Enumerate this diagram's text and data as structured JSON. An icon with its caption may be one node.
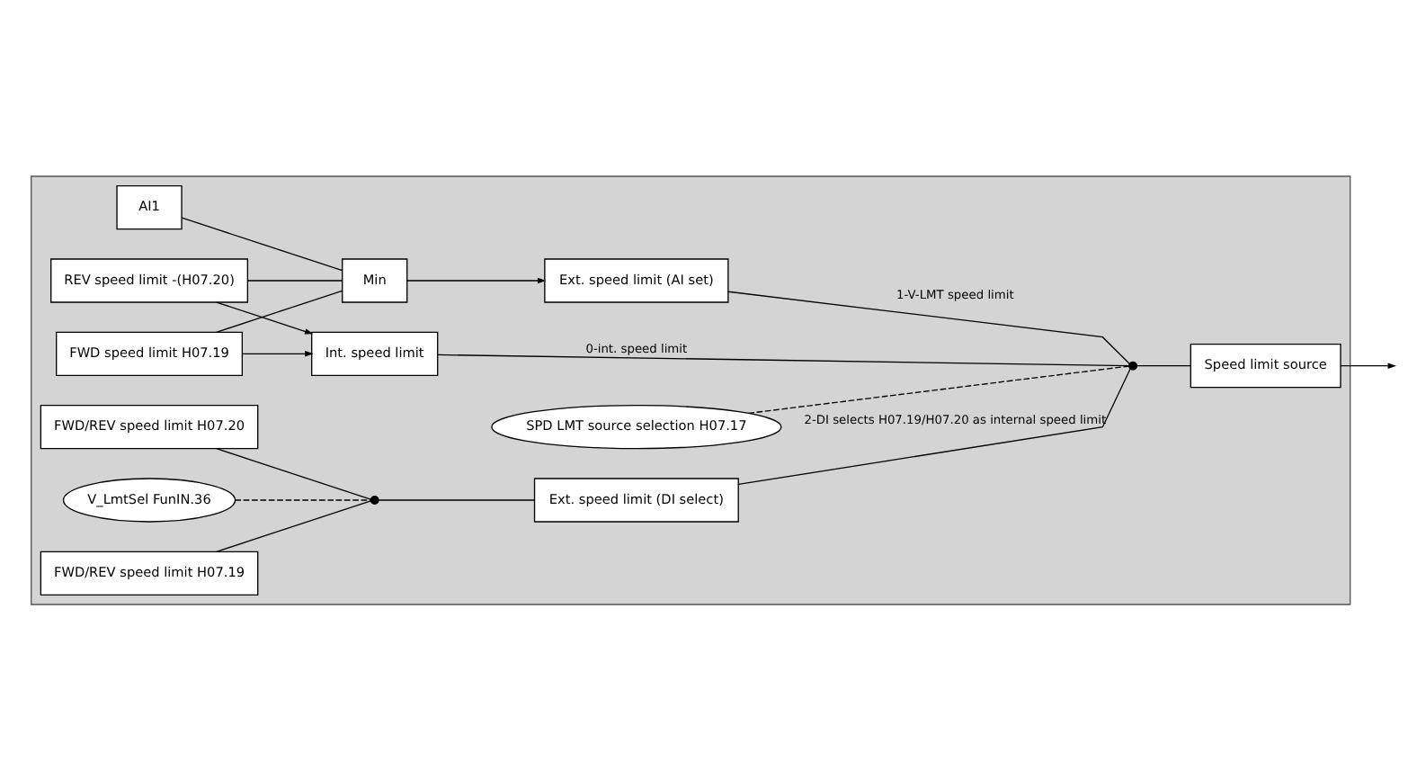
{
  "diagram": {
    "nodes": [
      {
        "text": [],
        "shape": "box"
      },
      {
        "text": [
          "FWD speed limit H07.19"
        ],
        "in": 0
      },
      {
        "text": [
          "REV speed limit -(H07.20)"
        ],
        "in": 0
      },
      {
        "text": [
          "Int. speed limit"
        ],
        "in": 0
      },
      {
        "text": [
          "AI1"
        ],
        "in": 0
      },
      {
        "text": [
          "Min"
        ],
        "in": 0
      },
      {
        "text": [
          "Ext. speed limit (AI set)"
        ],
        "in": 0
      },
      {
        "text": [
          "SPD LMT source selection H07.17"
        ],
        "in": 0
      },
      {
        "text": [],
        "shape": "circle",
        "in": 0
      },
      {
        "text": [
          "Speed limit source"
        ],
        "in": 0
      },
      {
        "text": [
          "V_LmtSel FunIN.36"
        ],
        "in": 0
      },
      {
        "text": [
          "FWD/REV speed limit H07.19"
        ],
        "in": 0
      },
      {
        "text": [
          "FWD/REV speed limit H07.20"
        ],
        "in": 0
      },
      {
        "text": [],
        "shape": "circle",
        "in": 0
      },
      {
        "text": [
          "Ext. speed limit (DI select)"
        ],
        "in": 0
      }
    ],
    "edges": [
      {
        "from": 1,
        "to": 3,
        "arrow": "to"
      },
      {
        "from": 2,
        "to": 3,
        "arrow": "to"
      },
      {
        "from": 1,
        "to": 5,
        "arrow": "none"
      },
      {
        "from": 2,
        "to": 5,
        "arrow": "none"
      },
      {
        "from": 4,
        "to": 5,
        "arrow": "none"
      },
      {
        "from": 5,
        "to": 6,
        "arrow": "to"
      },
      {
        "from": 3,
        "to": 8,
        "label": "0-int. speed limit",
        "arrow": "none"
      },
      {
        "from": 6,
        "to": 8,
        "label": "1-V-LMT speed limit",
        "arrow": "none"
      },
      {
        "from": 14,
        "to": 8,
        "label": "2-DI selects H07.19/H07.20 as internal speed limit",
        "arrow": "none"
      },
      {
        "from": 7,
        "to": 8,
        "arrow": "none",
        "style": "dashed"
      },
      {
        "from": 8,
        "to": 9,
        "arrow": "none"
      },
      {
        "from": 9,
        "to": null,
        "arrow": "to"
      },
      {
        "from": 11,
        "to": 13,
        "arrow": "none"
      },
      {
        "from": 12,
        "to": 13,
        "arrow": "none"
      },
      {
        "from": 10,
        "to": 13,
        "arrow": "none",
        "style": "dashed"
      },
      {
        "from": 13,
        "to": 14,
        "arrow": "none"
      }
    ]
  }
}
